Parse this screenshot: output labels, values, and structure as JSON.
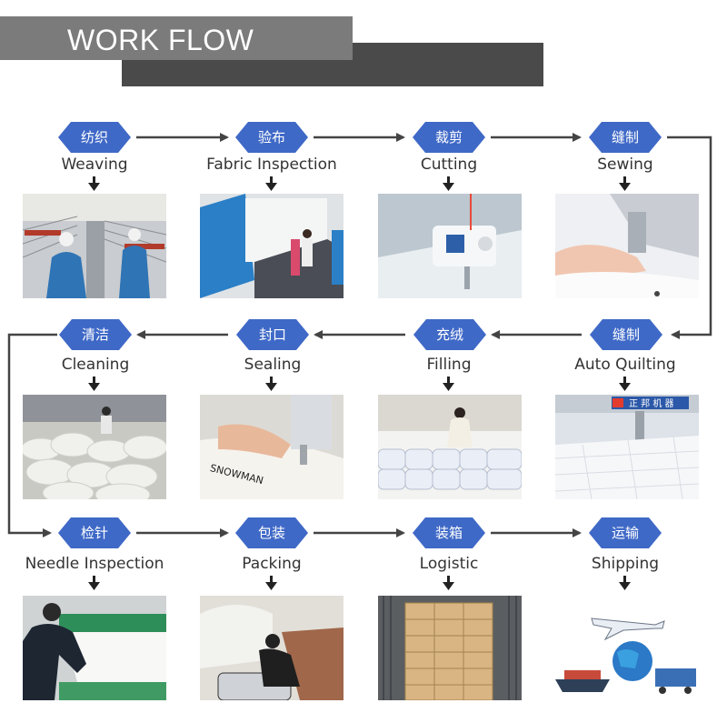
{
  "header": {
    "title": "WORK FLOW"
  },
  "steps": [
    {
      "zh": "纺织",
      "en": "Weaving",
      "photo": "weaving-photo"
    },
    {
      "zh": "验布",
      "en": "Fabric Inspection",
      "photo": "fabric-inspection-photo"
    },
    {
      "zh": "裁剪",
      "en": "Cutting",
      "photo": "cutting-photo"
    },
    {
      "zh": "缝制",
      "en": "Sewing",
      "photo": "sewing-photo"
    },
    {
      "zh": "清洁",
      "en": "Cleaning",
      "photo": "cleaning-photo"
    },
    {
      "zh": "封口",
      "en": "Sealing",
      "photo": "sealing-photo"
    },
    {
      "zh": "充绒",
      "en": "Filling",
      "photo": "filling-photo"
    },
    {
      "zh": "缝制",
      "en": "Auto Quilting",
      "photo": "auto-quilting-photo"
    },
    {
      "zh": "检针",
      "en": "Needle Inspection",
      "photo": "needle-inspection-photo"
    },
    {
      "zh": "包装",
      "en": "Packing",
      "photo": "packing-photo"
    },
    {
      "zh": "装箱",
      "en": "Logistic",
      "photo": "logistic-photo"
    },
    {
      "zh": "运输",
      "en": "Shipping",
      "photo": "shipping-photo"
    }
  ],
  "photo_texts": {
    "quilting_sign": "正 邦 机 器",
    "sealing_print": "SNOWMAN"
  },
  "colors": {
    "badge_blue": "#3f69c7",
    "arrow_gray": "#444444",
    "header_dark": "#4a4a4a",
    "header_light": "#7b7b7b"
  }
}
